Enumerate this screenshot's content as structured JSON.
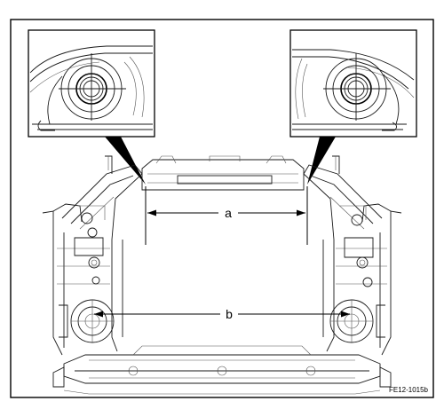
{
  "labels": {
    "dimension_a": "a",
    "dimension_b": "b",
    "figure_code": "FE12-1015b"
  },
  "colors": {
    "line": "#1a1a1a",
    "background": "#ffffff"
  }
}
